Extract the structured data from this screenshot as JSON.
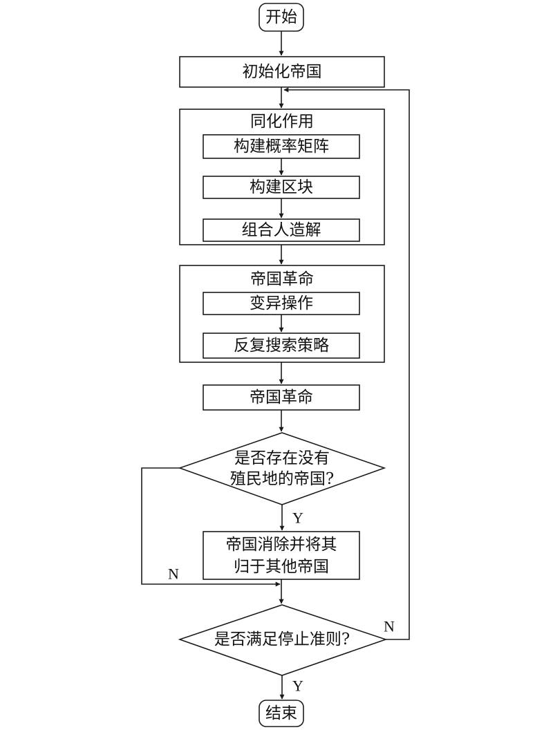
{
  "nodes": {
    "start": "开始",
    "init": "初始化帝国",
    "assimilation": {
      "title": "同化作用",
      "steps": [
        "构建概率矩阵",
        "构建区块",
        "组合人造解"
      ]
    },
    "revolution": {
      "title": "帝国革命",
      "steps": [
        "变异操作",
        "反复搜索策略"
      ]
    },
    "revolution2": "帝国革命",
    "decision1": {
      "line1": "是否存在没有",
      "line2": "殖民地的帝国?"
    },
    "eliminate": {
      "line1": "帝国消除并将其",
      "line2": "归于其他帝国"
    },
    "decision2": "是否满足停止准则?",
    "end": "结束"
  },
  "edge_labels": {
    "d1_yes": "Y",
    "d1_no": "N",
    "d2_no": "N",
    "d2_yes": "Y"
  }
}
